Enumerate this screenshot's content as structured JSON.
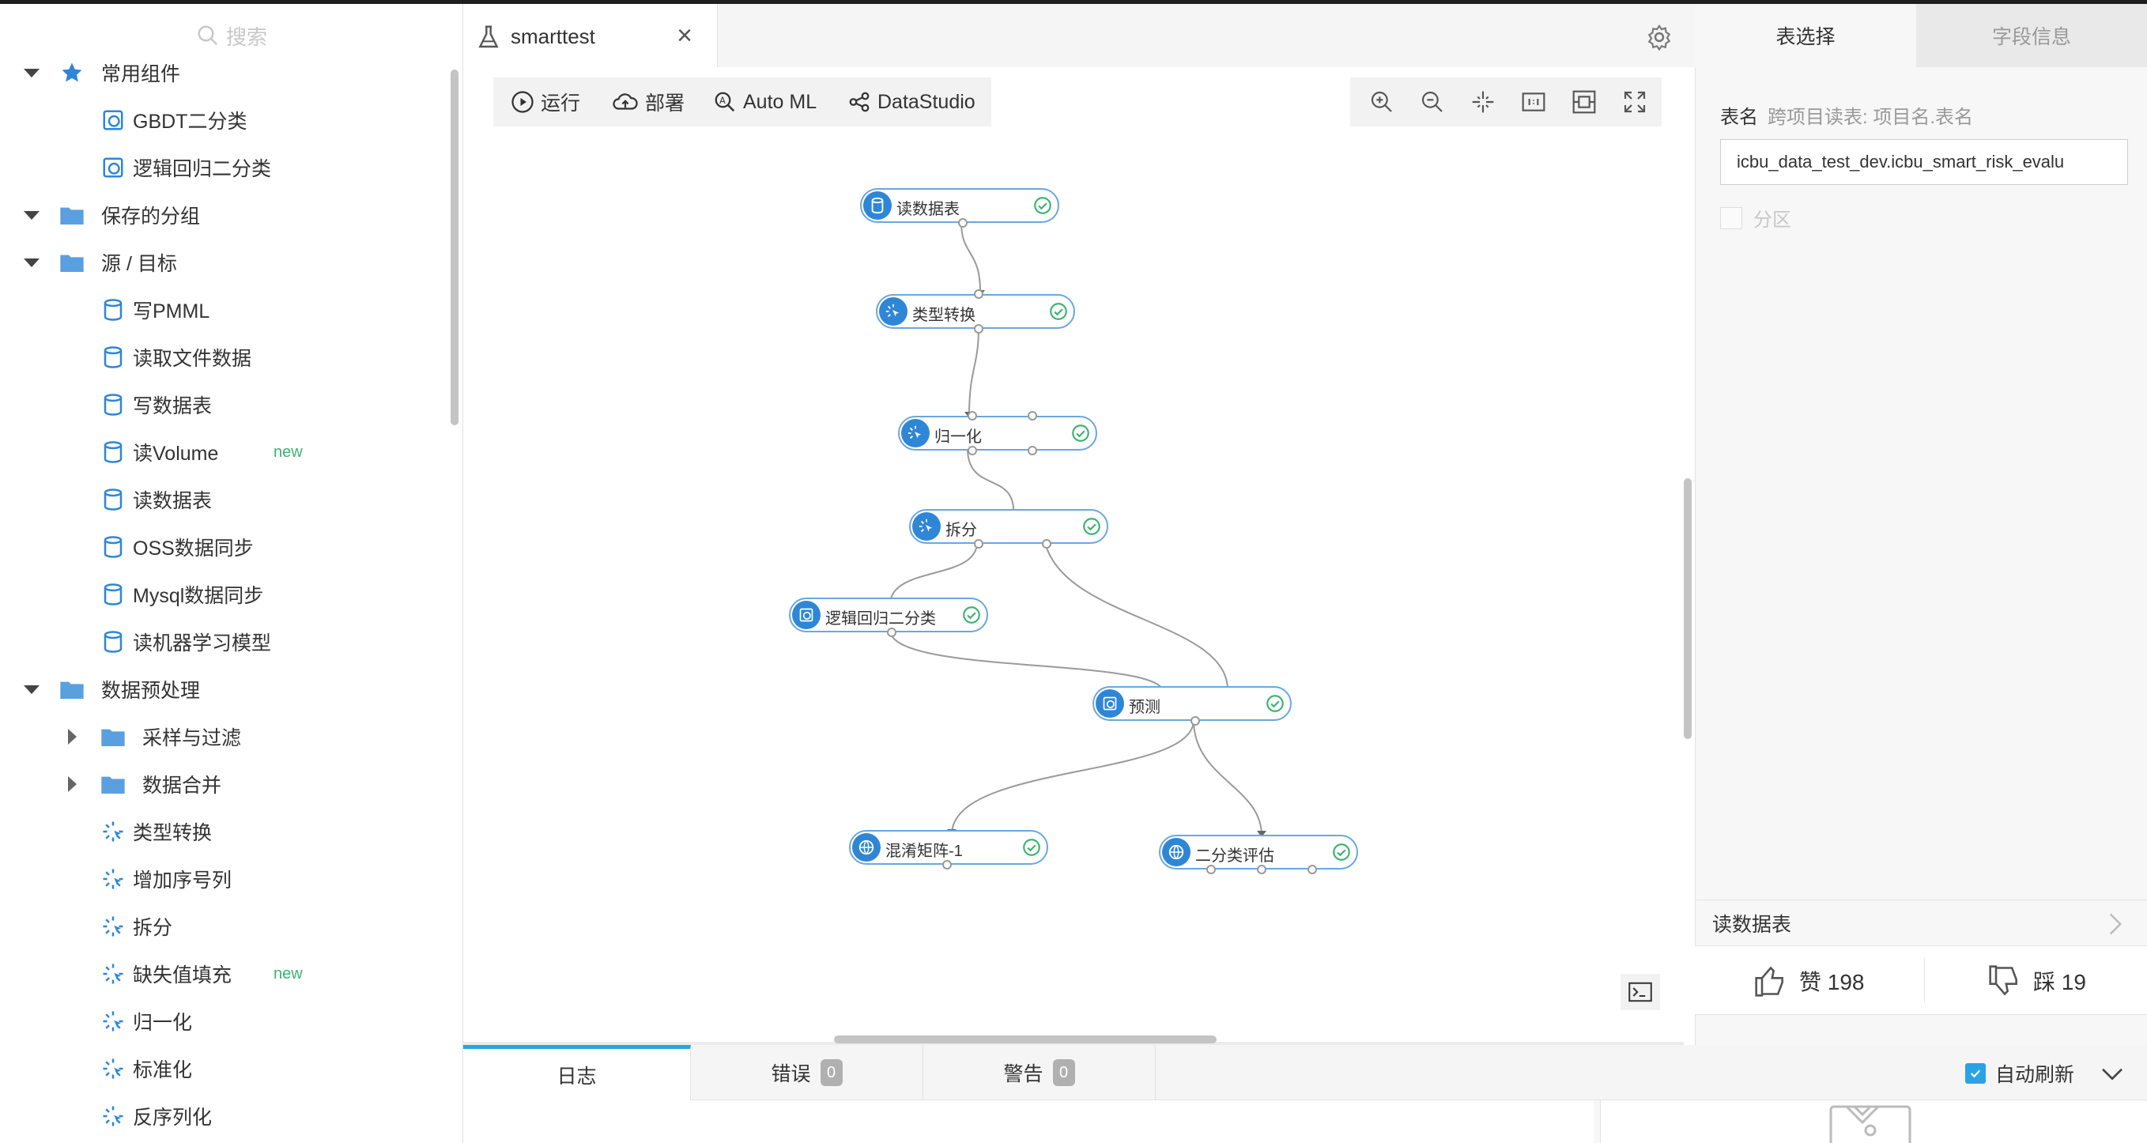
{
  "left_panel": {
    "search_placeholder": "搜索",
    "tree": [
      {
        "label": "常用组件",
        "level": 0,
        "expanded": true,
        "icon": "star-icon"
      },
      {
        "label": "GBDT二分类",
        "level": 1,
        "icon": "model-icon"
      },
      {
        "label": "逻辑回归二分类",
        "level": 1,
        "icon": "model-icon"
      },
      {
        "label": "保存的分组",
        "level": 0,
        "expanded": true,
        "icon": "folder-open-icon"
      },
      {
        "label": "源 / 目标",
        "level": 0,
        "expanded": true,
        "icon": "folder-open-icon"
      },
      {
        "label": "写PMML",
        "level": 1,
        "icon": "database-icon"
      },
      {
        "label": "读取文件数据",
        "level": 1,
        "icon": "database-icon"
      },
      {
        "label": "写数据表",
        "level": 1,
        "icon": "database-icon"
      },
      {
        "label": "读Volume",
        "level": 1,
        "icon": "database-icon",
        "badge": "new"
      },
      {
        "label": "读数据表",
        "level": 1,
        "icon": "database-icon"
      },
      {
        "label": "OSS数据同步",
        "level": 1,
        "icon": "database-icon"
      },
      {
        "label": "Mysql数据同步",
        "level": 1,
        "icon": "database-icon"
      },
      {
        "label": "读机器学习模型",
        "level": 1,
        "icon": "database-icon"
      },
      {
        "label": "数据预处理",
        "level": 0,
        "expanded": true,
        "icon": "folder-open-icon"
      },
      {
        "label": "采样与过滤",
        "level": 1,
        "expanded": false,
        "icon": "folder-icon"
      },
      {
        "label": "数据合并",
        "level": 1,
        "expanded": false,
        "icon": "folder-icon"
      },
      {
        "label": "类型转换",
        "level": 1,
        "icon": "transform-icon"
      },
      {
        "label": "增加序号列",
        "level": 1,
        "icon": "transform-icon"
      },
      {
        "label": "拆分",
        "level": 1,
        "icon": "transform-icon"
      },
      {
        "label": "缺失值填充",
        "level": 1,
        "icon": "transform-icon",
        "badge": "new"
      },
      {
        "label": "归一化",
        "level": 1,
        "icon": "transform-icon"
      },
      {
        "label": "标准化",
        "level": 1,
        "icon": "transform-icon"
      },
      {
        "label": "反序列化",
        "level": 1,
        "icon": "transform-icon"
      }
    ]
  },
  "tab": {
    "title": "smarttest",
    "close": "×"
  },
  "toolbar": {
    "run": "运行",
    "deploy": "部署",
    "automl": "Auto ML",
    "datastudio": "DataStudio"
  },
  "nodes": {
    "read_table": "读数据表",
    "type_convert": "类型转换",
    "normalize": "归一化",
    "split": "拆分",
    "logistic": "逻辑回归二分类",
    "predict": "预测",
    "confusion": "混淆矩阵-1",
    "binary_eval": "二分类评估"
  },
  "log_panel": {
    "tabs": [
      {
        "label": "日志"
      },
      {
        "label": "错误",
        "count": "0"
      },
      {
        "label": "警告",
        "count": "0"
      }
    ],
    "auto_refresh": "自动刷新",
    "auto_refresh_checked": true
  },
  "right_panel": {
    "tabs": [
      "表选择",
      "字段信息"
    ],
    "table_label": "表名",
    "table_hint": "跨项目读表: 项目名.表名",
    "table_value": "icbu_data_test_dev.icbu_smart_risk_evalu",
    "partition": "分区",
    "component_name": "读数据表",
    "like": "赞 198",
    "dislike": "踩 19"
  },
  "colors": {
    "accent": "#2aa3e6",
    "node_border": "#6aa7e0",
    "node_icon": "#2f86d6",
    "new_badge": "#3cb371",
    "ok": "#3cb371"
  }
}
